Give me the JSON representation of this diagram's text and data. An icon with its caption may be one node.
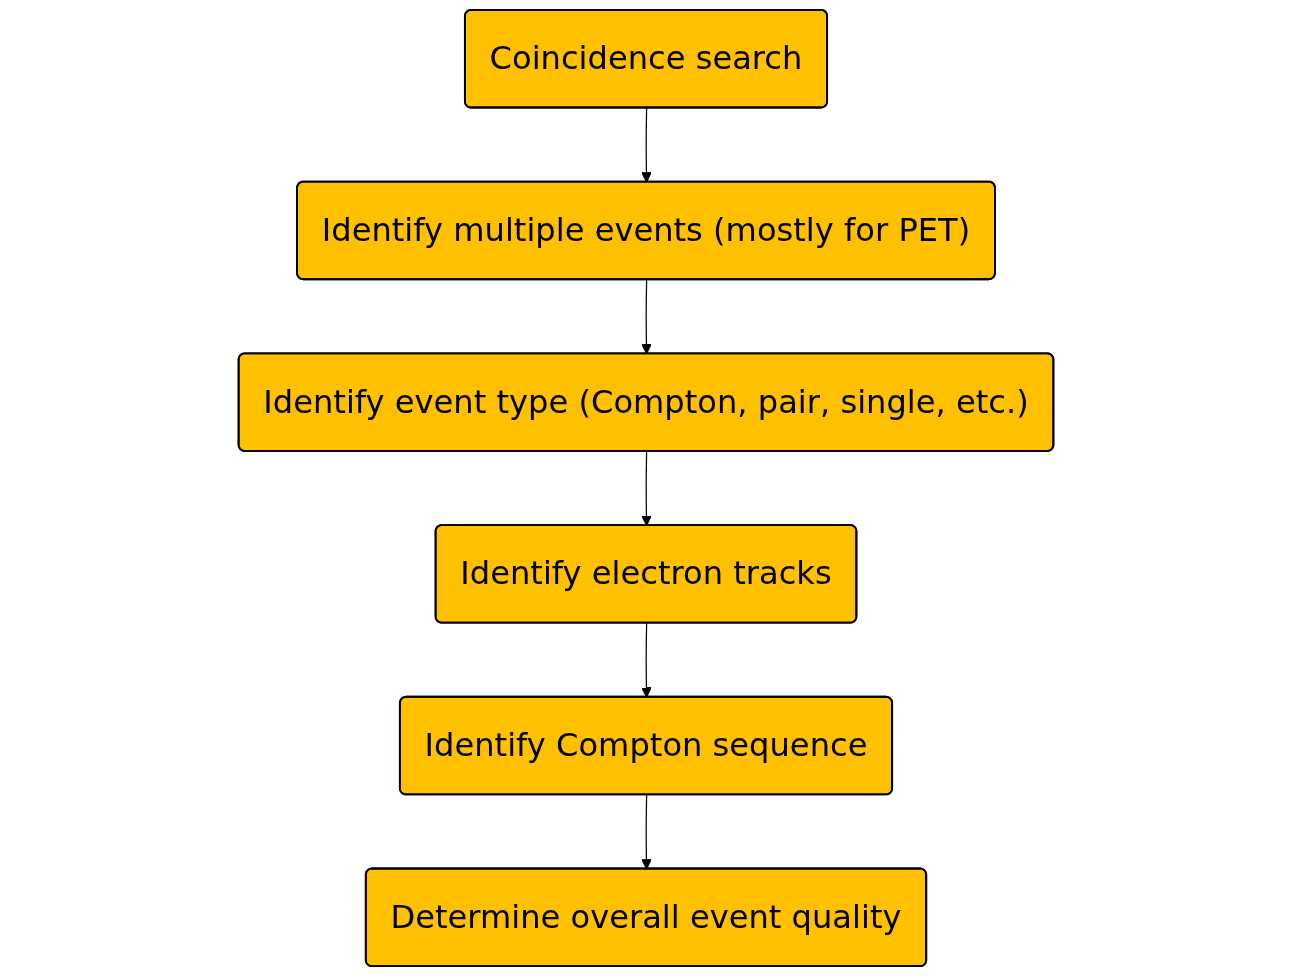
{
  "diagram": {
    "nodes": [
      {
        "text": [
          "Coincidence search"
        ]
      },
      {
        "text": [
          "Identify multiple events (mostly for PET)"
        ]
      },
      {
        "text": [
          "Identify event type (Compton, pair, single, etc.)"
        ]
      },
      {
        "text": [
          "Identify electron tracks"
        ]
      },
      {
        "text": [
          "Identify Compton sequence"
        ]
      },
      {
        "text": [
          "Determine overall event quality"
        ]
      }
    ],
    "edges": [
      {
        "from": 0,
        "to": 1,
        "arrow": "to"
      },
      {
        "from": 1,
        "to": 2,
        "arrow": "to"
      },
      {
        "from": 2,
        "to": 3,
        "arrow": "to"
      },
      {
        "from": 3,
        "to": 4,
        "arrow": "to"
      },
      {
        "from": 4,
        "to": 5,
        "arrow": "to"
      }
    ]
  }
}
